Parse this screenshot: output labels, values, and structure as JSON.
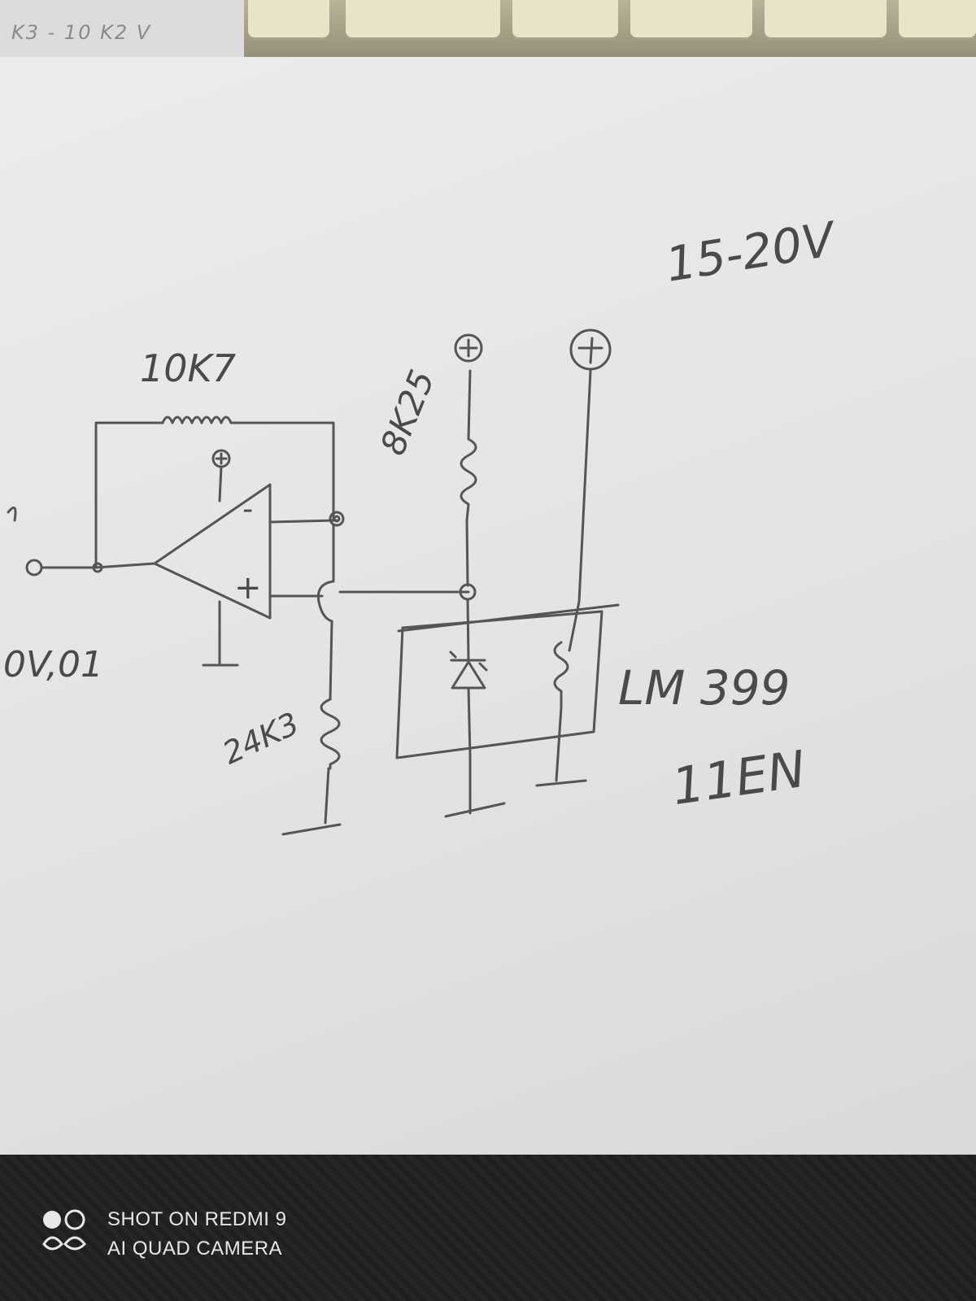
{
  "background_note": "K3 - 10 K2 V",
  "labels": {
    "supply_range": "15-20V",
    "feedback_resistor": "10K7",
    "pullup_resistor": "8K25",
    "ground_resistor": "24K3",
    "input_voltage": "0V,01",
    "ic_name": "LM 399",
    "ic_note": "11EN"
  },
  "symbols": {
    "plus": "+",
    "minus": "-"
  },
  "watermark": {
    "line1": "SHOT ON REDMI 9",
    "line2": "AI QUAD CAMERA"
  }
}
